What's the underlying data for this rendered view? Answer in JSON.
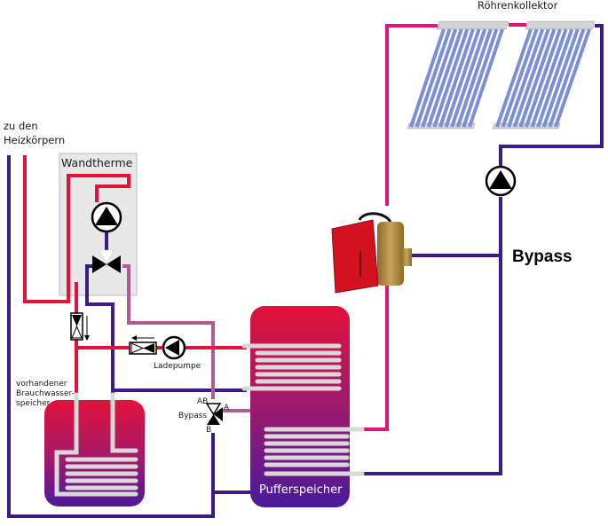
{
  "labels": {
    "collector": "Röhrenkollektor",
    "radiators_line1": "zu den",
    "radiators_line2": "Heizkörpern",
    "boiler": "Wandtherme",
    "charge_pump": "Ladepumpe",
    "dhw_line1": "vorhandener",
    "dhw_line2": "Brauchwasser-",
    "dhw_line3": "speicher",
    "bypass_valve": "Bypass",
    "port_ab": "AB",
    "port_a": "A",
    "port_b": "B",
    "buffer": "Pufferspeicher",
    "bypass_main": "Bypass"
  },
  "colors": {
    "hot": "#e3123a",
    "cold": "#3d1a8c",
    "solar_hot": "#e0147a",
    "mixed": "#b05a98",
    "coil": "#d9d9d9",
    "tube": "#7b8fd6",
    "tank_top": "#e3123a",
    "tank_bottom": "#4a1a9a"
  }
}
